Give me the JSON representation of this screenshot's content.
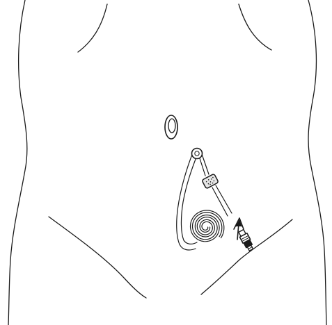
{
  "illustration": {
    "subject": "abdomen-with-catheter",
    "parts": [
      "torso-outline",
      "navel",
      "exit-site",
      "catheter-tubing",
      "catheter-cuff",
      "tubing-coil",
      "connector-adapter",
      "direction-arrow"
    ]
  },
  "colors": {
    "line": "#1a1a1a",
    "background": "#ffffff",
    "cuff_fill": "#e6e6e6"
  }
}
